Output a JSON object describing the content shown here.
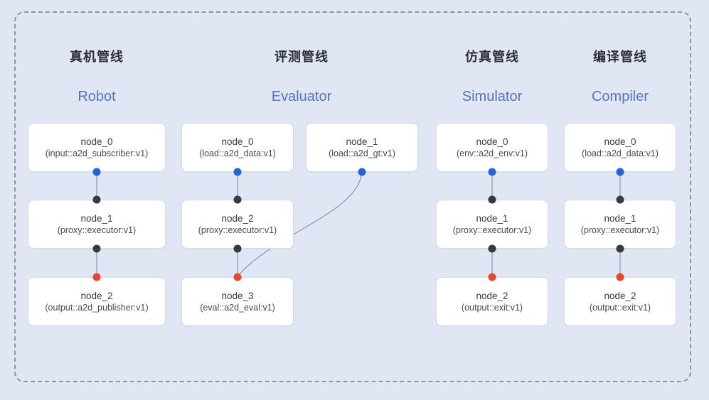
{
  "diagram": {
    "colors": {
      "background": "#e0e6f4",
      "frame_border": "#8d94a2",
      "node_bg": "#ffffff",
      "node_border": "#d7dbe6",
      "edge": "#8e95a6",
      "port_source_blue": "#2365d4",
      "port_proxy_black": "#3a3a3e",
      "port_sink_red": "#e84530",
      "title_zh_color": "#2f3036",
      "title_en_color": "#5674c3"
    },
    "pipelines": [
      {
        "title_zh": "真机管线",
        "title_en": "Robot",
        "nodes": [
          {
            "name": "node_0",
            "type": "(input::a2d_subscriber:v1)"
          },
          {
            "name": "node_1",
            "type": "(proxy::executor:v1)"
          },
          {
            "name": "node_2",
            "type": "(output::a2d_publisher:v1)"
          }
        ]
      },
      {
        "title_zh": "评测管线",
        "title_en": "Evaluator",
        "nodes": [
          {
            "name": "node_0",
            "type": "(load::a2d_data:v1)"
          },
          {
            "name": "node_1",
            "type": "(load::a2d_gt:v1)"
          },
          {
            "name": "node_2",
            "type": "(proxy::executor:v1)"
          },
          {
            "name": "node_3",
            "type": "(eval::a2d_eval:v1)"
          }
        ]
      },
      {
        "title_zh": "仿真管线",
        "title_en": "Simulator",
        "nodes": [
          {
            "name": "node_0",
            "type": "(env::a2d_env:v1)"
          },
          {
            "name": "node_1",
            "type": "(proxy::executor:v1)"
          },
          {
            "name": "node_2",
            "type": "(output::exit:v1)"
          }
        ]
      },
      {
        "title_zh": "编译管线",
        "title_en": "Compiler",
        "nodes": [
          {
            "name": "node_0",
            "type": "(load::a2d_data:v1)"
          },
          {
            "name": "node_1",
            "type": "(proxy::executor:v1)"
          },
          {
            "name": "node_2",
            "type": "(output::exit:v1)"
          }
        ]
      }
    ]
  }
}
